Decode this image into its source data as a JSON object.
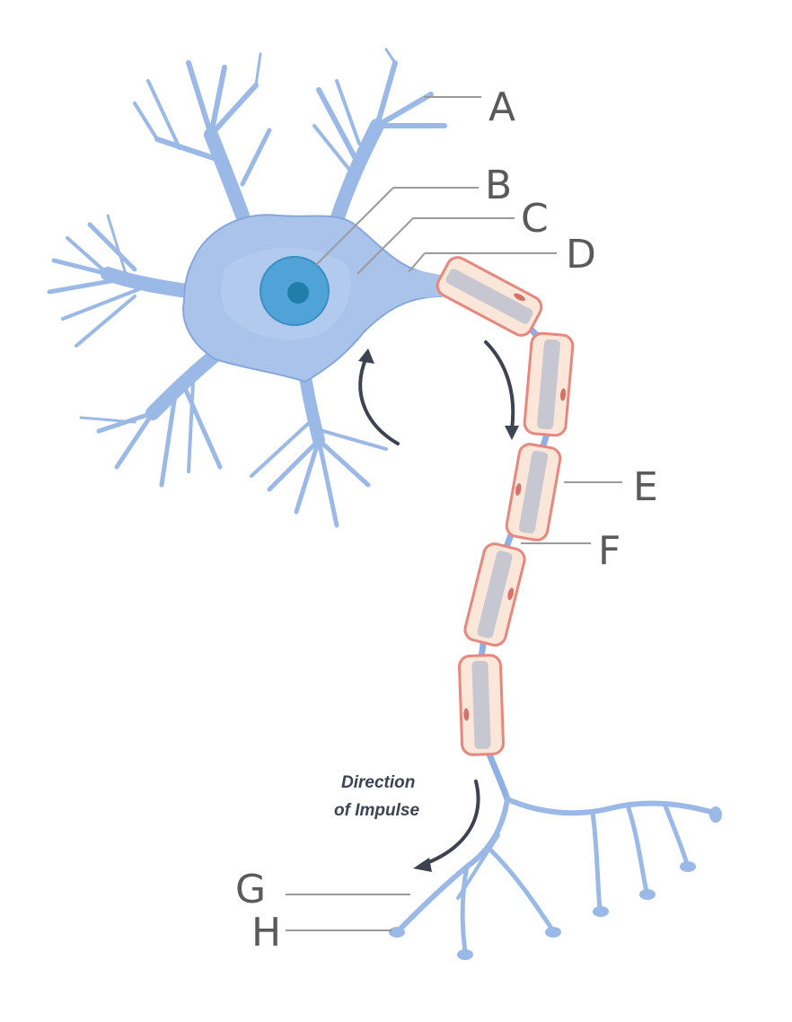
{
  "labels": {
    "a": "A",
    "b": "B",
    "c": "C",
    "d": "D",
    "e": "E",
    "f": "F",
    "g": "G",
    "h": "H"
  },
  "impulse_caption": {
    "line1": "Direction",
    "line2": "of Impulse"
  },
  "colors": {
    "cell_body": "#a9c3ea",
    "dendrite": "#9bb9e6",
    "nucleus": "#4fa3d6",
    "nucleolus": "#1f7fa8",
    "myelin_outline": "#e8877d",
    "myelin_fill": "#fbe6da",
    "axon_core": "#c7c7d1",
    "arrow": "#3d4350",
    "label_text": "#5a5a5a",
    "leader_line": "#9a9a9a"
  }
}
